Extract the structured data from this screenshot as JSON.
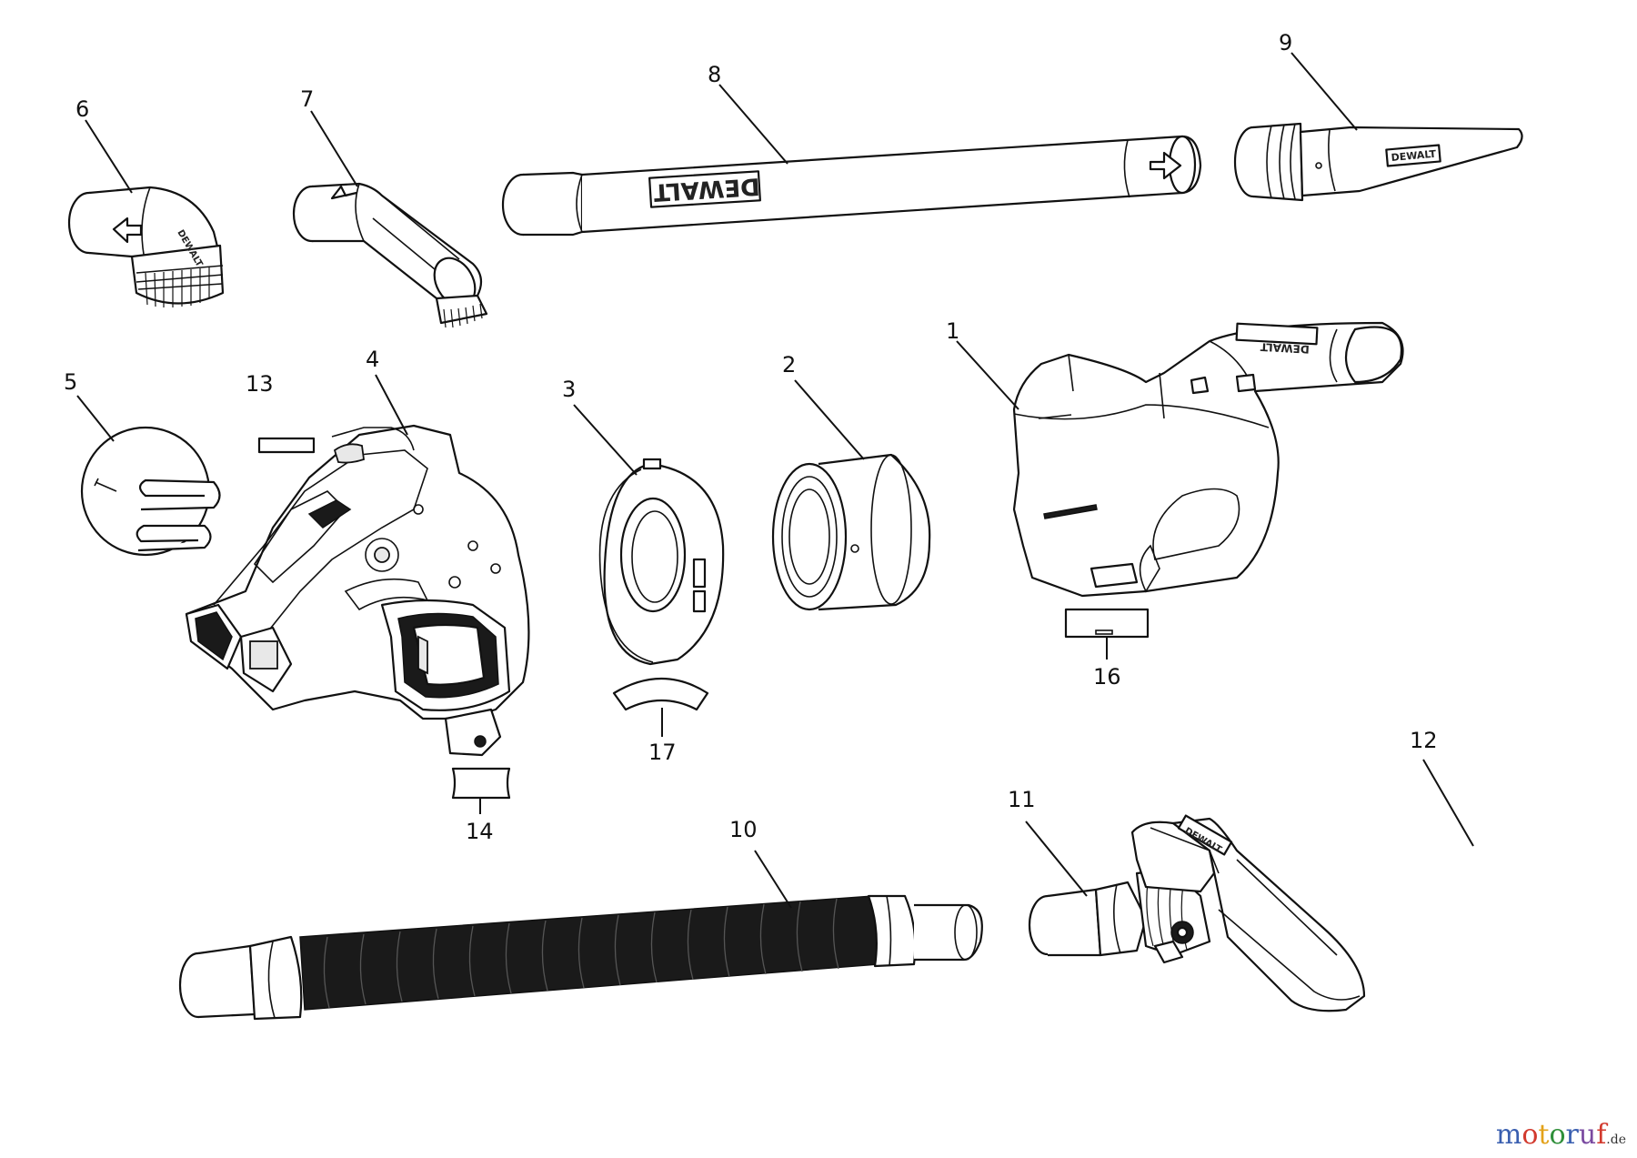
{
  "callouts": {
    "c1": "1",
    "c2": "2",
    "c3": "3",
    "c4": "4",
    "c5": "5",
    "c6": "6",
    "c7": "7",
    "c8": "8",
    "c9": "9",
    "c10": "10",
    "c11": "11",
    "c12": "12",
    "c13": "13",
    "c14": "14",
    "c16": "16",
    "c17": "17"
  },
  "brand_mark": "DEWALT",
  "watermark": {
    "text": "motoruf",
    "suffix": ".de",
    "colors": [
      "#3a5fb0",
      "#d23a2e",
      "#e3a21a",
      "#2f8f3a",
      "#3a5fb0",
      "#7a4aa0",
      "#d23a2e"
    ]
  }
}
